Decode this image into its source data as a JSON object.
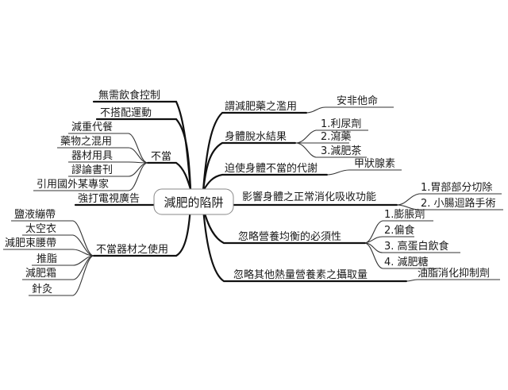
{
  "center": {
    "label": "減肥的陷阱"
  },
  "right": [
    {
      "label": "謂減肥藥之濫用",
      "children": [
        "安非他命"
      ]
    },
    {
      "label": "身體脫水結果",
      "children": [
        "1.利尿劑",
        "2.瀉藥",
        "3.減肥茶"
      ]
    },
    {
      "label": "迫使身體不當的代謝",
      "children": [
        "甲狀腺素"
      ]
    },
    {
      "label": "影響身體之正常消化吸收功能",
      "children": [
        "1.胃部部分切除",
        "2. 小腸迴路手術"
      ]
    },
    {
      "label": "忽略營養均衡的必須性",
      "children": [
        "1.膨脹劑",
        "2.偏食",
        "3. 高蛋白飲食",
        "4. 減肥糖"
      ]
    },
    {
      "label": "忽略其他熱量營養素之攝取量",
      "children": [
        "油脂消化抑制劑"
      ]
    }
  ],
  "left": {
    "top_items": [
      "無需飲食控制",
      "不搭配運動"
    ],
    "improper": {
      "label": "不當",
      "children": [
        "減重代餐",
        "藥物之混用",
        "器材用具",
        "謬論書刊",
        "引用國外某專家"
      ]
    },
    "ad": "強打電視廣告",
    "equipment": {
      "label": "不當器材之使用",
      "children": [
        "鹽液繃帶",
        "太空衣",
        "減肥束腰帶",
        "推脂",
        "減肥霜",
        "針灸"
      ]
    }
  }
}
